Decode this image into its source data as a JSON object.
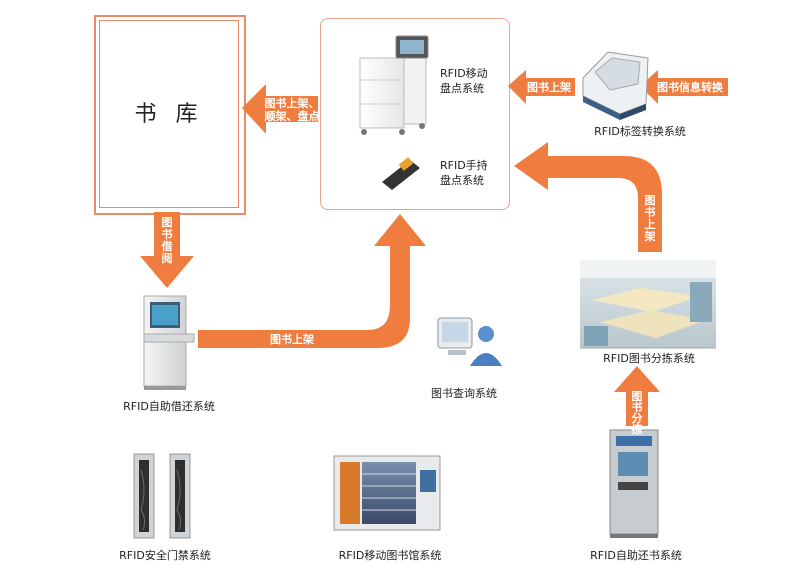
{
  "storage": {
    "title": "书 库"
  },
  "inventory": {
    "mobile_label_1": "RFID移动",
    "mobile_label_2": "盘点系统",
    "handheld_label_1": "RFID手持",
    "handheld_label_2": "盘点系统"
  },
  "arrows": {
    "shelve_reshelve_1": "图书上架、",
    "shelve_reshelve_2": "顺架、盘点",
    "shelve_from_converter": "图书上架",
    "tag_conversion": "图书信息转换",
    "borrow": [
      "图",
      "书",
      "借",
      "阅"
    ],
    "shelve_from_kiosk": "图书上架",
    "shelve_from_sorting": [
      "图",
      "书",
      "上",
      "架"
    ],
    "sorting": [
      "图",
      "书",
      "分",
      "拣"
    ]
  },
  "captions": {
    "tag_converter": "RFID标签转换系统",
    "self_checkout": "RFID自助借还系统",
    "book_query": "图书查询系统",
    "sorting": "RFID图书分拣系统",
    "security_gate": "RFID安全门禁系统",
    "mobile_library": "RFID移动图书馆系统",
    "self_return": "RFID自助还书系统"
  },
  "colors": {
    "arrow": "#ef7d3f",
    "frame": "#e98c6a"
  }
}
